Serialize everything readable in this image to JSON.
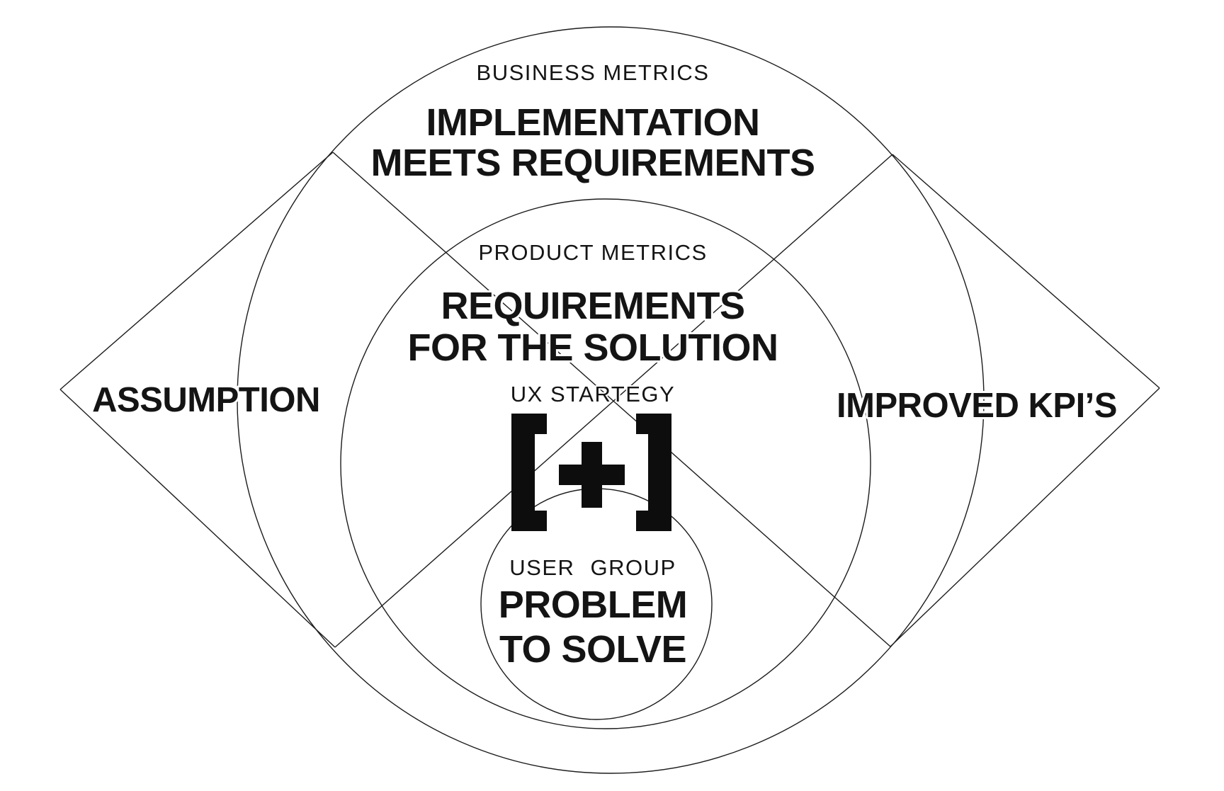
{
  "page": {
    "background": "#ffffff"
  },
  "diagram": {
    "colors": {
      "ink": "#141414",
      "muted": "#a0a0a0",
      "line": "#1c1c1c"
    },
    "outer_ring": {
      "eyebrow": "BUSINESS METRICS",
      "title": "IMPLEMENTATION",
      "subtitle": "MEETS REQUIREMENTS"
    },
    "middle_ring": {
      "eyebrow": "PRODUCT METRICS",
      "title": "REQUIREMENTS",
      "subtitle": "FOR THE SOLUTION"
    },
    "center": {
      "eyebrow": "UX STARTEGY",
      "symbol": "[+]"
    },
    "user_circle": {
      "eyebrow": "USER GROUP",
      "title": "PROBLEM",
      "subtitle": "TO SOLVE"
    },
    "left_point_label": "ASSUMPTION",
    "right_point_label": "IMPROVED KPI’S"
  }
}
